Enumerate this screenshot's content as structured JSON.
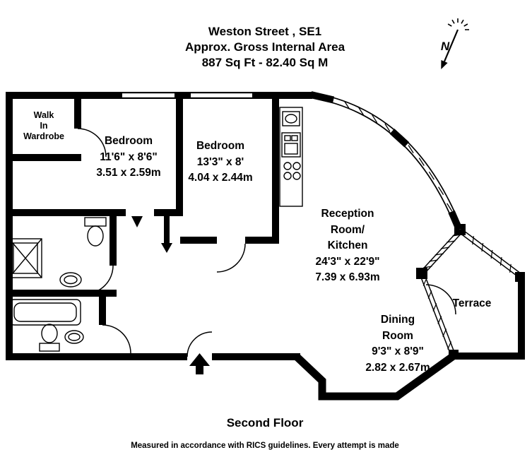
{
  "header": {
    "address": "Weston Street , SE1",
    "subtitle": "Approx. Gross Internal Area",
    "area": "887 Sq Ft  -  82.40 Sq M"
  },
  "compass": {
    "label": "N"
  },
  "rooms": {
    "wardrobe": {
      "line1": "Walk",
      "line2": "In",
      "line3": "Wardrobe"
    },
    "bedroom1": {
      "name": "Bedroom",
      "dim_imperial": "11'6\" x 8'6\"",
      "dim_metric": "3.51 x 2.59m"
    },
    "bedroom2": {
      "name": "Bedroom",
      "dim_imperial": "13'3\" x 8'",
      "dim_metric": "4.04 x 2.44m"
    },
    "reception": {
      "name1": "Reception",
      "name2": "Room/",
      "name3": "Kitchen",
      "dim_imperial": "24'3\" x 22'9\"",
      "dim_metric": "7.39 x 6.93m"
    },
    "dining": {
      "name1": "Dining",
      "name2": "Room",
      "dim_imperial": "9'3\" x 8'9\"",
      "dim_metric": "2.82 x 2.67m"
    },
    "terrace": {
      "name": "Terrace"
    }
  },
  "footer": {
    "floor_label": "Second Floor",
    "disclaimer": "Measured in accordance with RICS guidelines. Every attempt is made"
  },
  "icons": {
    "north_compass": "arrow-with-N-pointing-down",
    "entrance_arrow": "black-up-arrow-at-front-door"
  },
  "colors": {
    "wall": "#000000",
    "background": "#ffffff"
  }
}
